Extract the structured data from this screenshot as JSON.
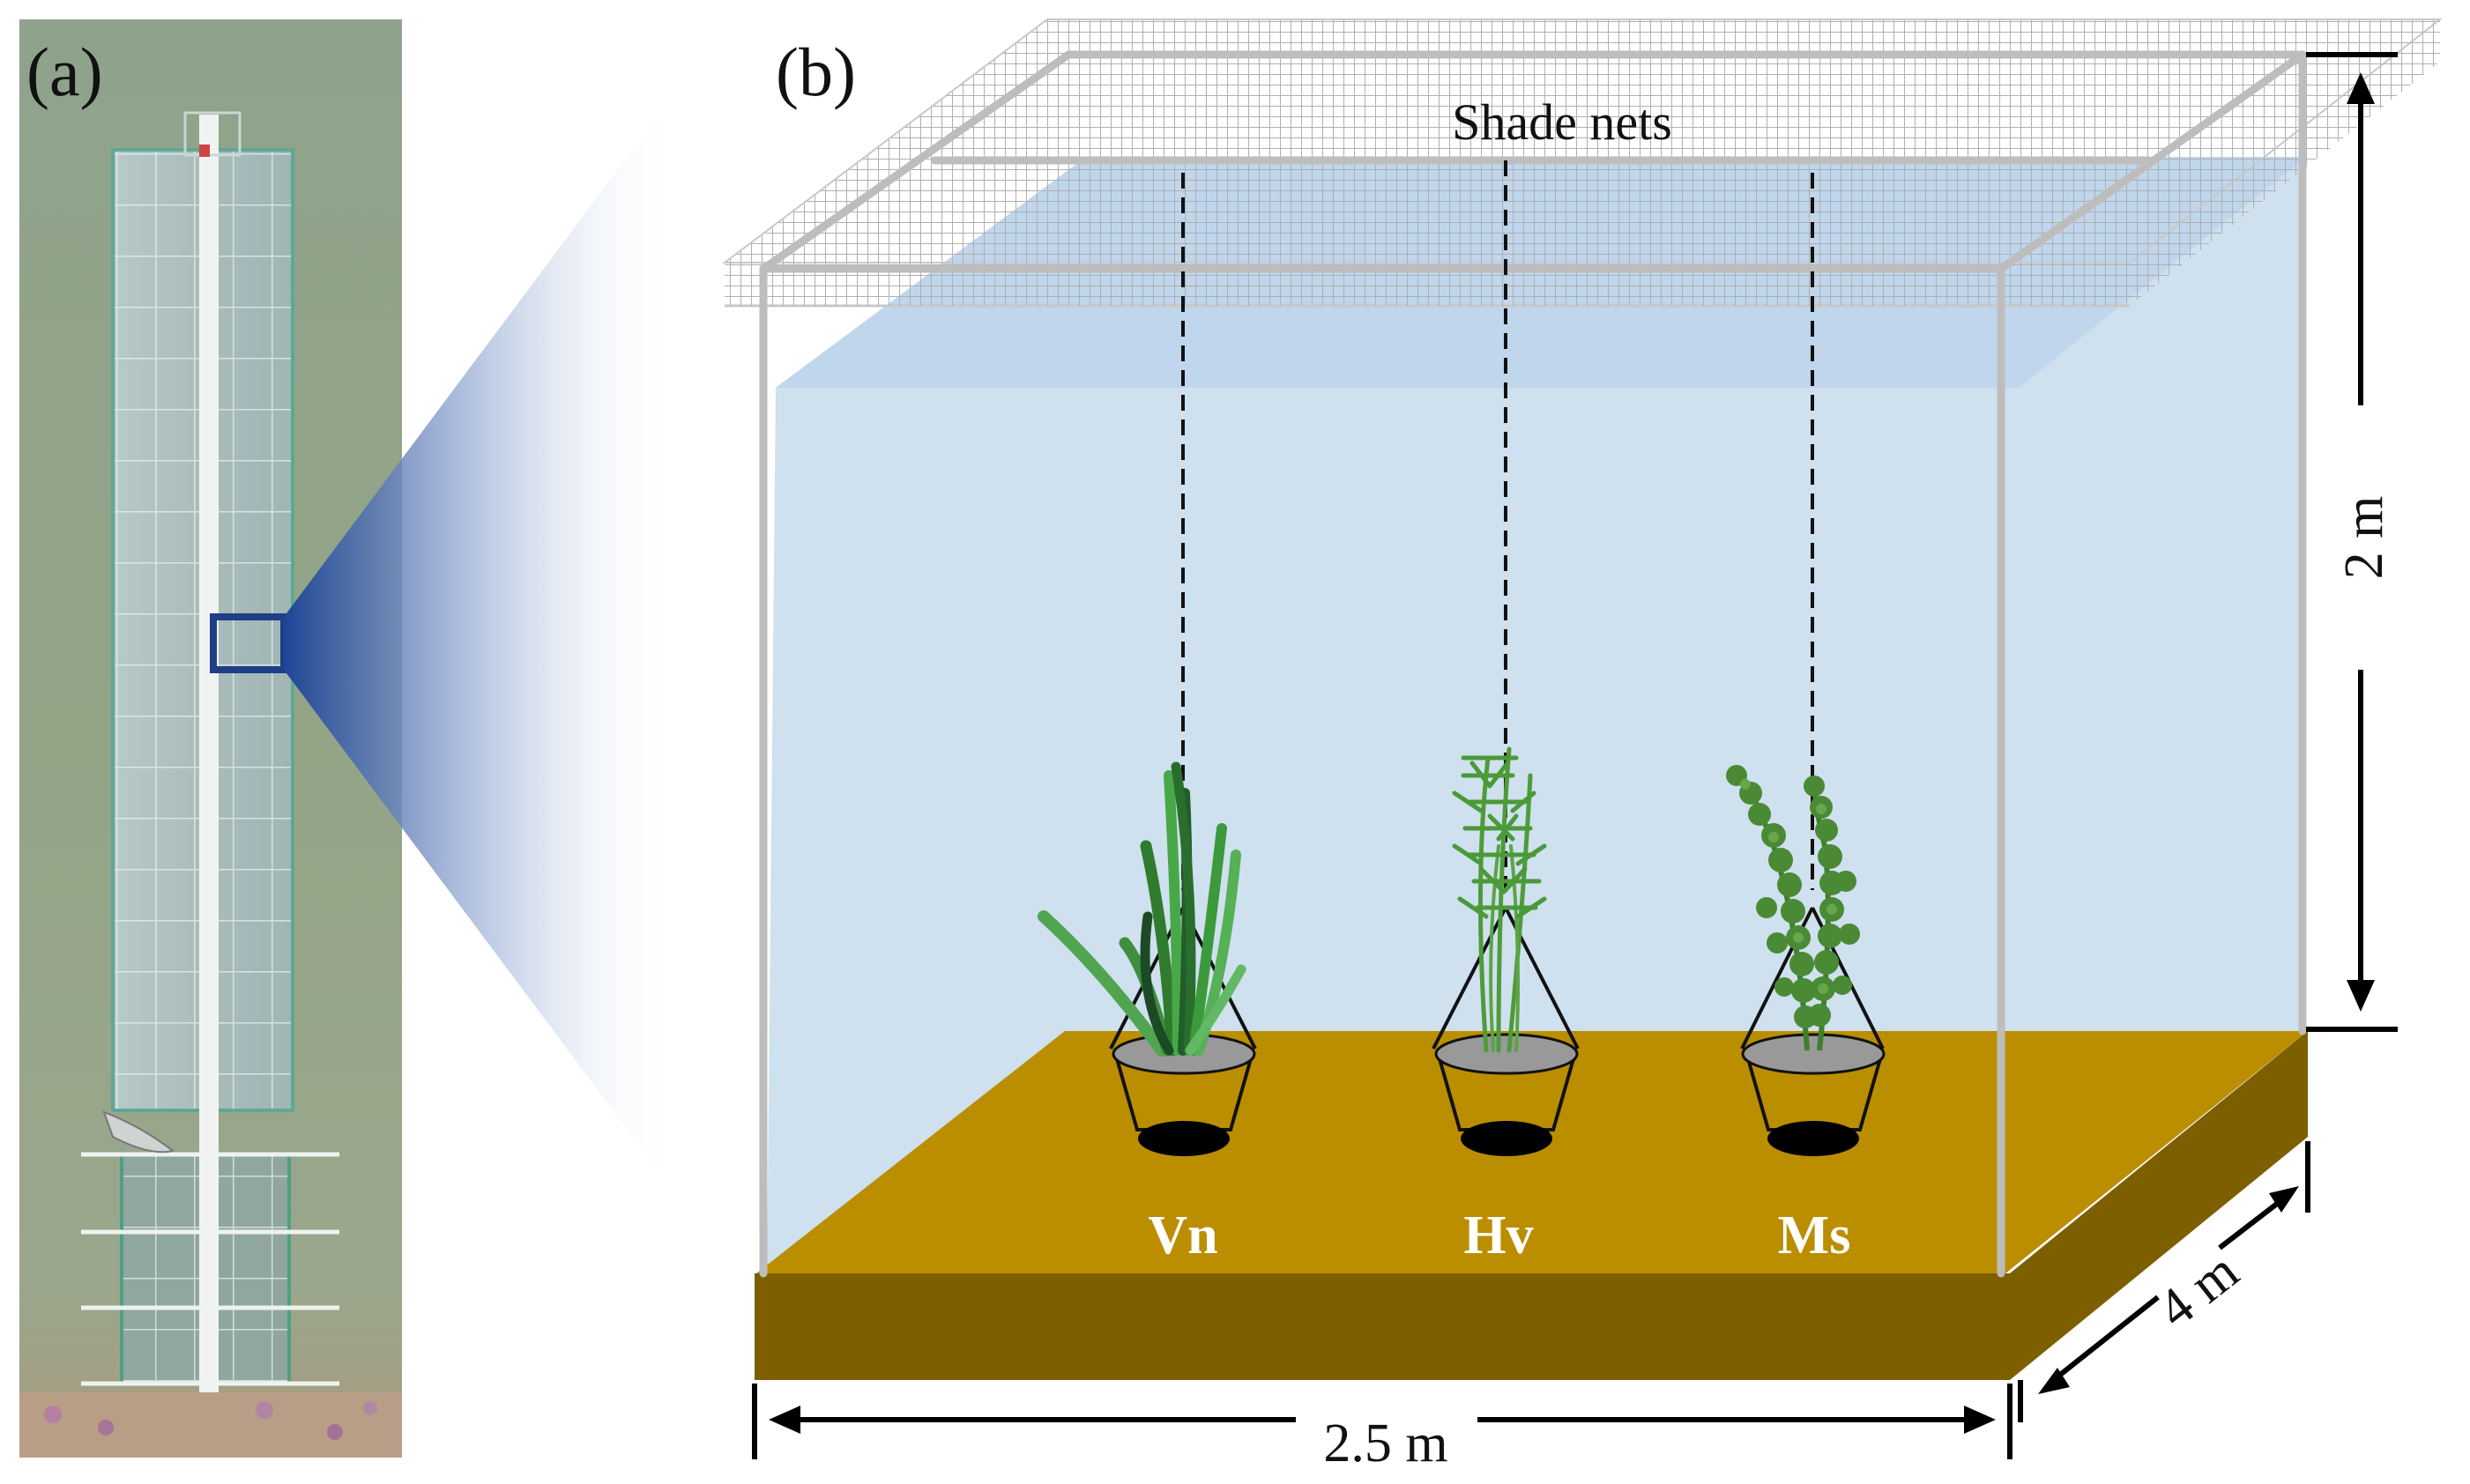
{
  "panels": {
    "a": {
      "label": "(a)"
    },
    "b": {
      "label": "(b)"
    }
  },
  "annotations": {
    "shade_nets": "Shade nets"
  },
  "plants": [
    {
      "label": "Vn",
      "color": "#2f8f2f"
    },
    {
      "label": "Hv",
      "color": "#4f9b3a"
    },
    {
      "label": "Ms",
      "color": "#4a8a35"
    }
  ],
  "dimensions": {
    "width": "2.5 m",
    "depth": "4 m",
    "height": "2 m"
  },
  "colors": {
    "water": "#cfe0ef",
    "sediment_top": "#bb8e00",
    "sediment_front": "#7d5f00",
    "frame": "#c0c0c0",
    "zoom": "#2a4f9a",
    "aerial_water": "#98a78b"
  }
}
